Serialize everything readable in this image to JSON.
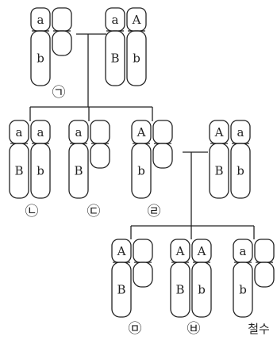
{
  "pedigree": {
    "individuals": [
      {
        "id": "g1-left",
        "marker": "",
        "pairs": [
          {
            "top": "a",
            "bottom": "b"
          },
          {
            "top": "",
            "bottom": ""
          }
        ]
      },
      {
        "id": "g1-right",
        "marker": "",
        "pairs": [
          {
            "top": "a",
            "bottom": "B"
          },
          {
            "top": "A",
            "bottom": "b"
          }
        ]
      },
      {
        "id": "g2-1",
        "marker": "",
        "pairs": [
          {
            "top": "a",
            "bottom": "B"
          },
          {
            "top": "a",
            "bottom": "b"
          }
        ]
      },
      {
        "id": "g2-2",
        "marker": "",
        "pairs": [
          {
            "top": "a",
            "bottom": "B"
          },
          {
            "top": "",
            "bottom": ""
          }
        ]
      },
      {
        "id": "g2-3",
        "marker": "",
        "pairs": [
          {
            "top": "A",
            "bottom": "b"
          },
          {
            "top": "",
            "bottom": ""
          }
        ]
      },
      {
        "id": "g2-spouse",
        "marker": "",
        "pairs": [
          {
            "top": "A",
            "bottom": "B"
          },
          {
            "top": "a",
            "bottom": "b"
          }
        ]
      },
      {
        "id": "g3-1",
        "marker": "",
        "pairs": [
          {
            "top": "A",
            "bottom": "B"
          },
          {
            "top": "",
            "bottom": ""
          }
        ]
      },
      {
        "id": "g3-2",
        "marker": "",
        "pairs": [
          {
            "top": "A",
            "bottom": "B"
          },
          {
            "top": "A",
            "bottom": "b"
          }
        ]
      },
      {
        "id": "g3-3",
        "marker": "",
        "pairs": [
          {
            "top": "a",
            "bottom": "b"
          },
          {
            "top": "",
            "bottom": ""
          }
        ]
      }
    ],
    "labels": {
      "parent_marker": "㉠",
      "child1_marker": "㉡",
      "child2_marker": "㉢",
      "child3_marker": "㉣",
      "grandchild1_marker": "㉤",
      "grandchild2_marker": "㉥",
      "grandchild3_name": "철수"
    }
  }
}
